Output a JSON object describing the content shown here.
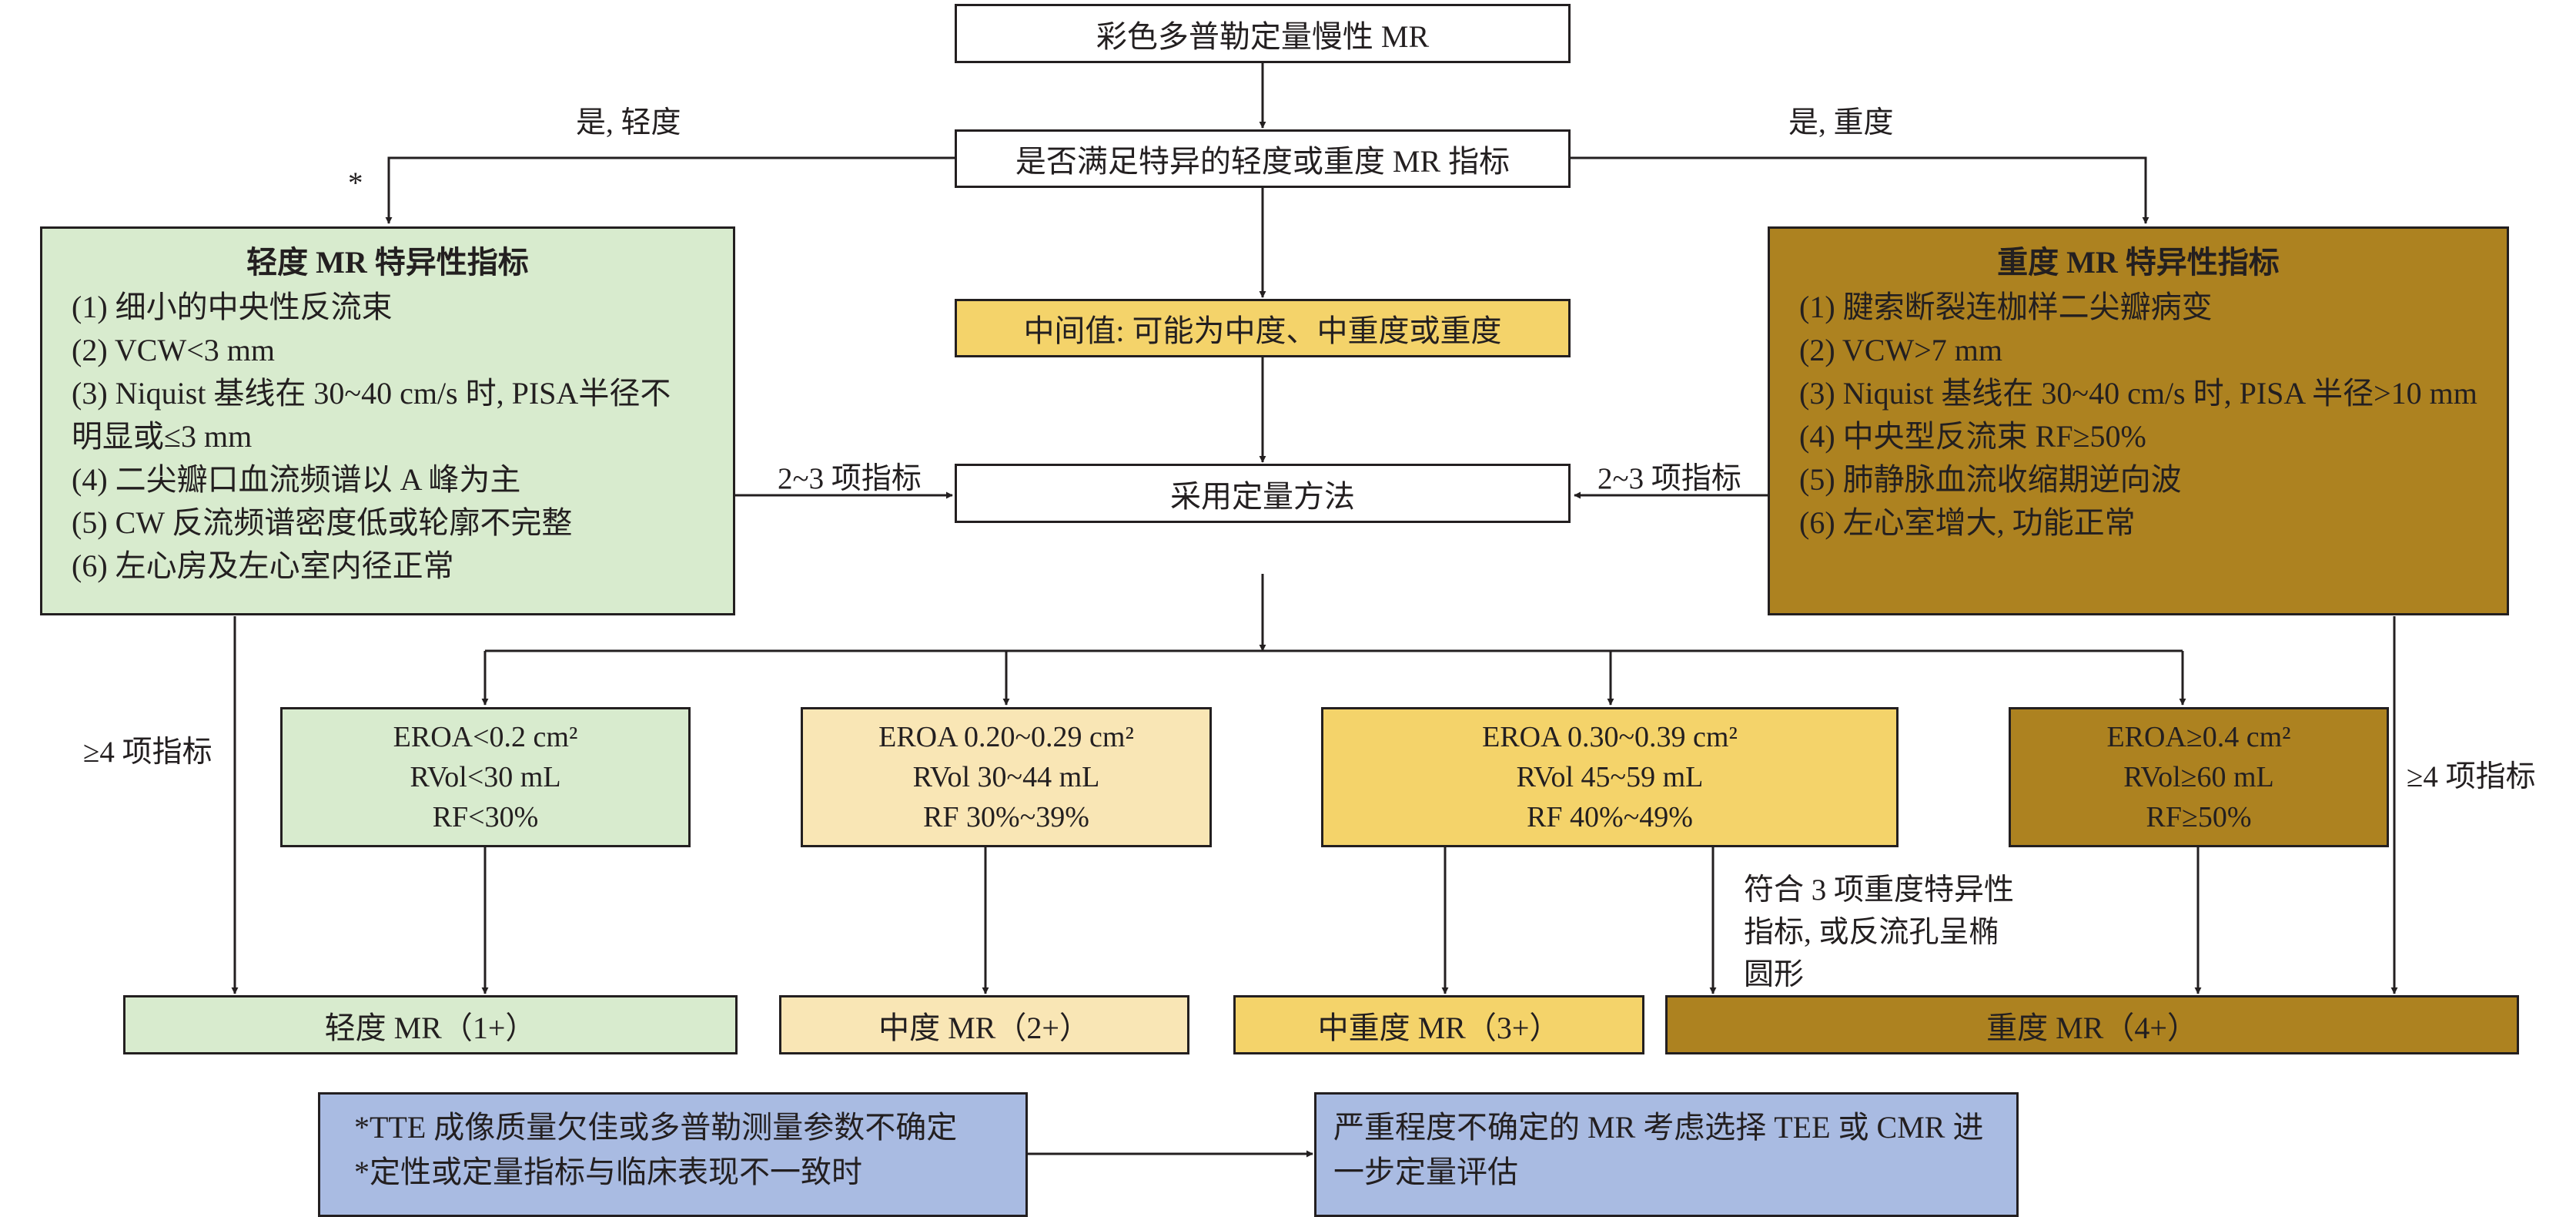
{
  "title": "彩色多普勒定量慢性 MR",
  "question": "是否满足特异的轻度或重度 MR 指标",
  "branch_labels": {
    "mild_yes": "是, 轻度",
    "severe_yes": "是, 重度",
    "asterisk": "*",
    "two_three_left": "2~3 项指标",
    "two_three_right": "2~3 项指标",
    "four_plus_left": "≥4 项指标",
    "four_plus_right": "≥4 项指标"
  },
  "mild_criteria": {
    "heading": "轻度 MR 特异性指标",
    "items": [
      "(1) 细小的中央性反流束",
      "(2) VCW<3 mm",
      "(3) Niquist 基线在 30~40 cm/s 时, PISA半径不",
      "明显或≤3 mm",
      "(4) 二尖瓣口血流频谱以 A 峰为主",
      "(5) CW 反流频谱密度低或轮廓不完整",
      "(6) 左心房及左心室内径正常"
    ]
  },
  "severe_criteria": {
    "heading": "重度 MR 特异性指标",
    "items": [
      "(1) 腱索断裂连枷样二尖瓣病变",
      "(2) VCW>7 mm",
      "(3) Niquist 基线在 30~40 cm/s 时, PISA 半径>10 mm",
      "(4) 中央型反流束 RF≥50%",
      "(5) 肺静脉血流收缩期逆向波",
      "(6) 左心室增大, 功能正常"
    ]
  },
  "intermediate": "中间值: 可能为中度、中重度或重度",
  "quant_method": "采用定量方法",
  "quant_boxes": [
    {
      "eroa": "EROA<0.2 cm²",
      "rvol": "RVol<30 mL",
      "rf": "RF<30%"
    },
    {
      "eroa": "EROA 0.20~0.29 cm²",
      "rvol": "RVol 30~44 mL",
      "rf": "RF 30%~39%"
    },
    {
      "eroa": "EROA 0.30~0.39 cm²",
      "rvol": "RVol 45~59 mL",
      "rf": "RF 40%~49%"
    },
    {
      "eroa": "EROA≥0.4 cm²",
      "rvol": "RVol≥60 mL",
      "rf": "RF≥50%"
    }
  ],
  "side_note": [
    "符合 3 项重度特异性",
    "指标, 或反流孔呈椭",
    "圆形"
  ],
  "grades": {
    "mild": "轻度 MR（1+）",
    "moderate": "中度 MR（2+）",
    "mod_severe": "中重度 MR（3+）",
    "severe": "重度 MR（4+）"
  },
  "footnote": {
    "lines": [
      "*TTE 成像质量欠佳或多普勒测量参数不确定",
      "*定性或定量指标与临床表现不一致时"
    ],
    "result": [
      "严重程度不确定的 MR 考虑选择 TEE 或 CMR 进",
      "一步定量评估"
    ]
  },
  "colors": {
    "line": "#231f20",
    "mild_green": "#d8ebce",
    "moderate_yellow": "#f9e6b5",
    "mod_severe_gold": "#f4d36a",
    "severe_brown": "#ad8220",
    "note_blue": "#a9bbe2"
  }
}
